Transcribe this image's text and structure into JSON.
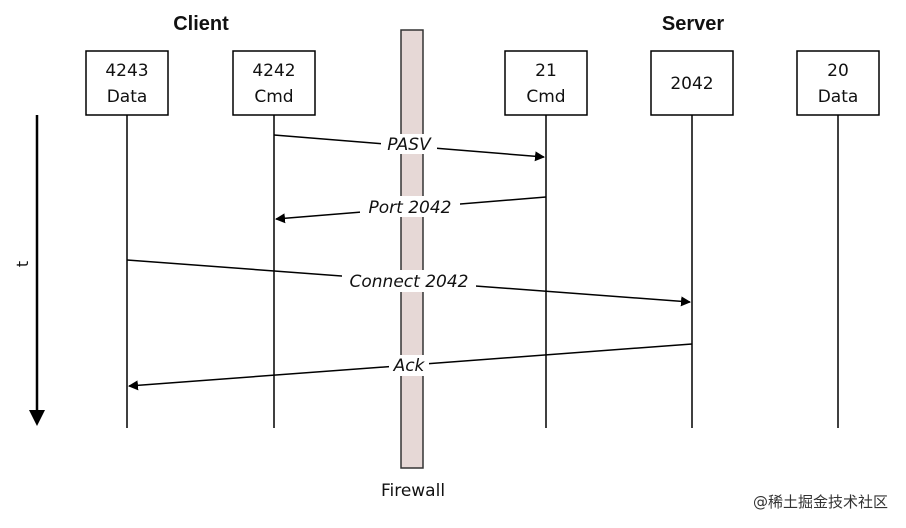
{
  "groups": {
    "client": "Client",
    "server": "Server"
  },
  "nodes": [
    {
      "id": "client-data",
      "lines": [
        "4243",
        "Data"
      ]
    },
    {
      "id": "client-cmd",
      "lines": [
        "4242",
        "Cmd"
      ]
    },
    {
      "id": "server-cmd",
      "lines": [
        "21",
        "Cmd"
      ]
    },
    {
      "id": "server-2042",
      "lines": [
        "2042"
      ]
    },
    {
      "id": "server-data",
      "lines": [
        "20",
        "Data"
      ]
    }
  ],
  "firewall": {
    "label": "Firewall",
    "fill_color": "#e6d8d6"
  },
  "messages": [
    {
      "label": "PASV",
      "from": "client-cmd",
      "to": "server-cmd"
    },
    {
      "label": "Port 2042",
      "from": "server-cmd",
      "to": "client-cmd"
    },
    {
      "label": "Connect 2042",
      "from": "client-data",
      "to": "server-2042"
    },
    {
      "label": "Ack",
      "from": "server-2042",
      "to": "client-data"
    }
  ],
  "time_axis": {
    "label": "t"
  },
  "watermark": "@稀土掘金技术社区"
}
